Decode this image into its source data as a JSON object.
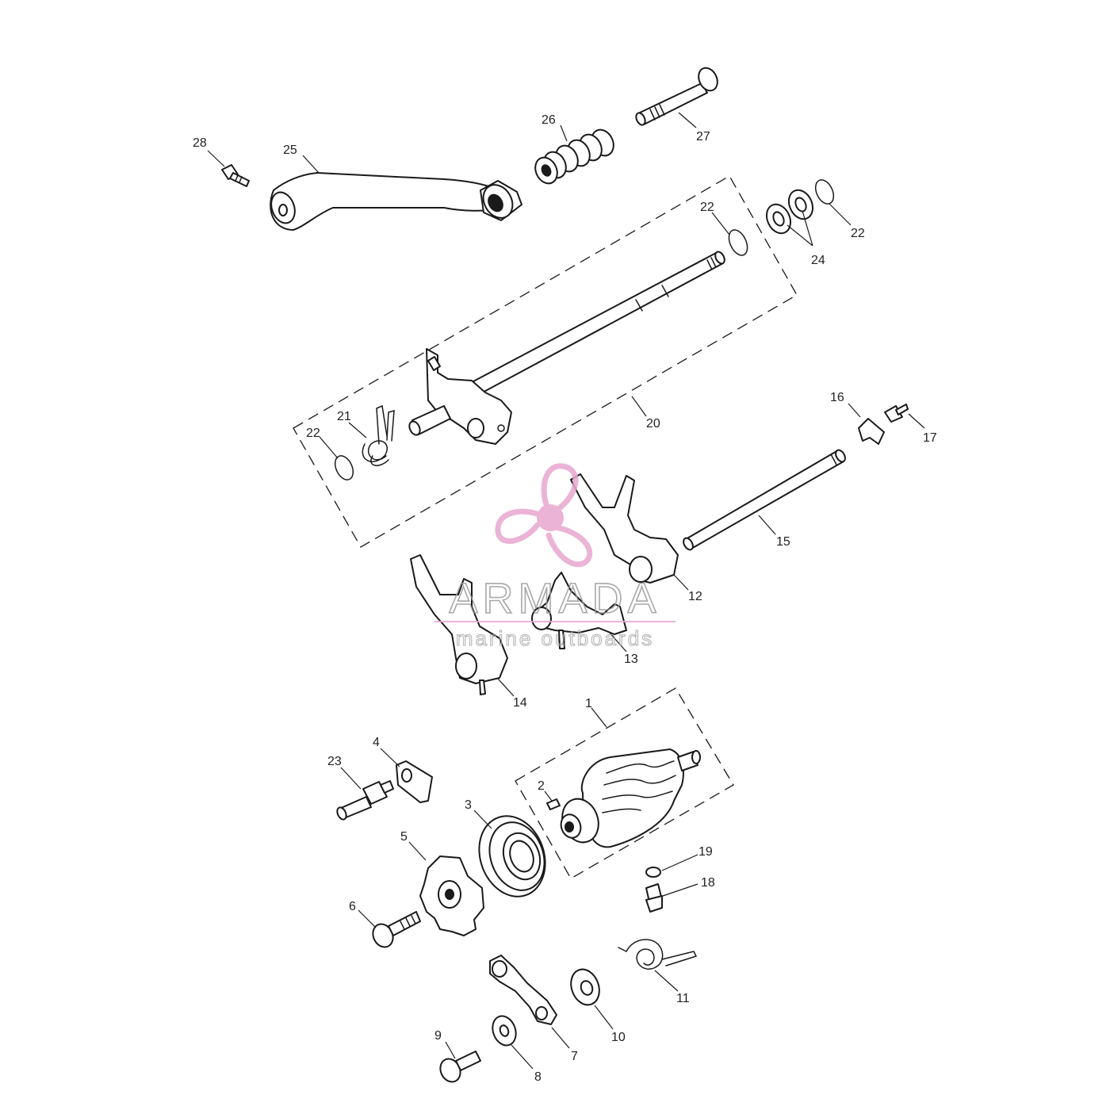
{
  "watermark": {
    "brand": "ARMADA",
    "tagline": "marine outboards",
    "accent_color": "#e8a6cf",
    "logo_icon": "propeller-logo-icon"
  },
  "callouts": {
    "p1": "1",
    "p2": "2",
    "p3": "3",
    "p4": "4",
    "p5": "5",
    "p6": "6",
    "p7": "7",
    "p8": "8",
    "p9": "9",
    "p10": "10",
    "p11": "11",
    "p12": "12",
    "p13": "13",
    "p14": "14",
    "p15": "15",
    "p16": "16",
    "p17": "17",
    "p18": "18",
    "p19": "19",
    "p20": "20",
    "p21": "21",
    "p22a": "22",
    "p22b": "22",
    "p22c": "22",
    "p23": "23",
    "p24": "24",
    "p25": "25",
    "p26": "26",
    "p27": "27",
    "p28": "28"
  }
}
